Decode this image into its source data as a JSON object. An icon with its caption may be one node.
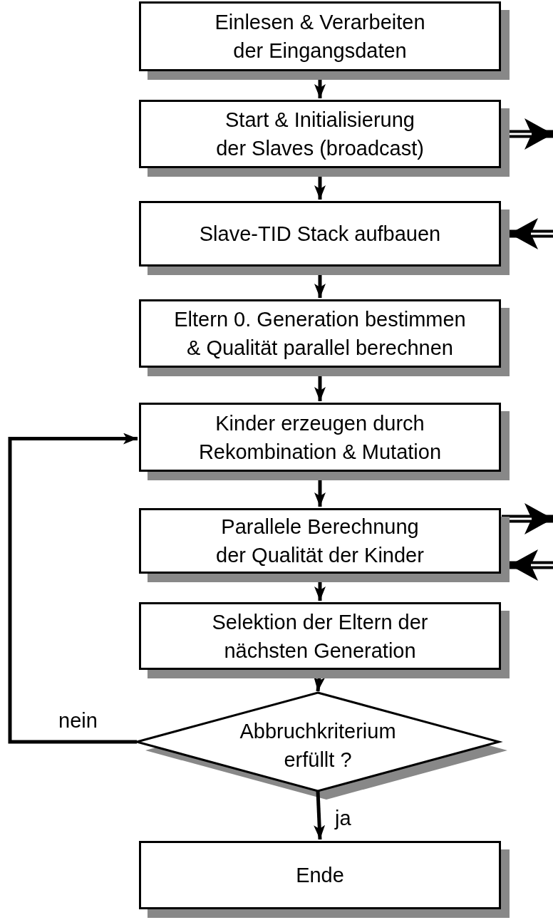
{
  "diagram": {
    "nodes": [
      {
        "text": [
          "Einlesen & Verarbeiten der Eingangsdaten"
        ]
      },
      {
        "text": [
          "Start & Initialisierung der Slaves (broadcast)"
        ]
      },
      {
        "text": [
          "Slave-TID Stack aufbauen"
        ]
      },
      {
        "text": [
          "Eltern 0. Generation bestimmen & Qualität parallel berechnen"
        ]
      },
      {
        "text": [
          "Kinder erzeugen durch Rekombination & Mutation"
        ]
      },
      {
        "text": [
          "Parallele Berechnung der Qualität der Kinder"
        ]
      },
      {
        "text": [
          "Selektion der Eltern der nächsten Generation"
        ]
      },
      {
        "text": [
          "Abbruchkriterium erfüllt ?"
        ]
      },
      {
        "text": [
          "Ende"
        ]
      }
    ],
    "edges": [
      {
        "from": 0,
        "to": 1,
        "arrow": "to"
      },
      {
        "from": 1,
        "to": 2,
        "arrow": "to"
      },
      {
        "from": 2,
        "to": 3,
        "arrow": "to"
      },
      {
        "from": 3,
        "to": 4,
        "arrow": "to"
      },
      {
        "from": 4,
        "to": 5,
        "arrow": "to"
      },
      {
        "from": 5,
        "to": 6,
        "arrow": "to"
      },
      {
        "from": 6,
        "to": 7,
        "arrow": "to"
      },
      {
        "from": 7,
        "to": 8,
        "arrow": "to",
        "label": "ja"
      },
      {
        "from": 7,
        "to": 4,
        "arrow": "to",
        "label": "nein"
      },
      {
        "from": 1,
        "to": null,
        "arrow": "to",
        "style": "thick"
      },
      {
        "from": null,
        "to": 2,
        "arrow": "to",
        "style": "thick"
      },
      {
        "from": 5,
        "to": null,
        "arrow": "to",
        "style": "thick"
      },
      {
        "from": null,
        "to": 5,
        "arrow": "to",
        "style": "thick"
      }
    ]
  }
}
